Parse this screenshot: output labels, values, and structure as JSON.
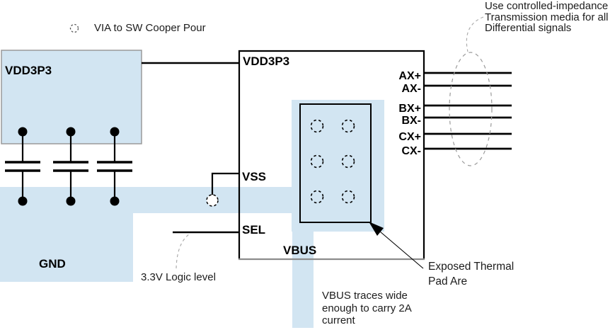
{
  "diagram": {
    "legend": {
      "via_label": "VIA to SW Cooper Pour"
    },
    "pours": {
      "power_label": "VDD3P3",
      "ground_label": "GND"
    },
    "ic": {
      "pin_vdd": "VDD3P3",
      "pin_vss": "VSS",
      "pin_sel": "SEL",
      "pin_vbus": "VBUS",
      "pins_right": [
        "AX+",
        "AX-",
        "BX+",
        "BX-",
        "CX+",
        "CX-"
      ]
    },
    "notes": {
      "impedance": [
        "Use controlled-impedance",
        "Transmission media for all",
        "Differential signals"
      ],
      "logic_level": "3.3V Logic level",
      "thermal": [
        "Exposed Thermal",
        "Pad Are"
      ],
      "vbus": [
        "VBUS traces wide",
        "enough to carry 2A",
        "current"
      ]
    },
    "colors": {
      "pour_blue": "#d2e5f2",
      "line_black": "#000000",
      "muted_gray": "#8c8c8c",
      "leader_gray": "#a6a6a6"
    }
  }
}
